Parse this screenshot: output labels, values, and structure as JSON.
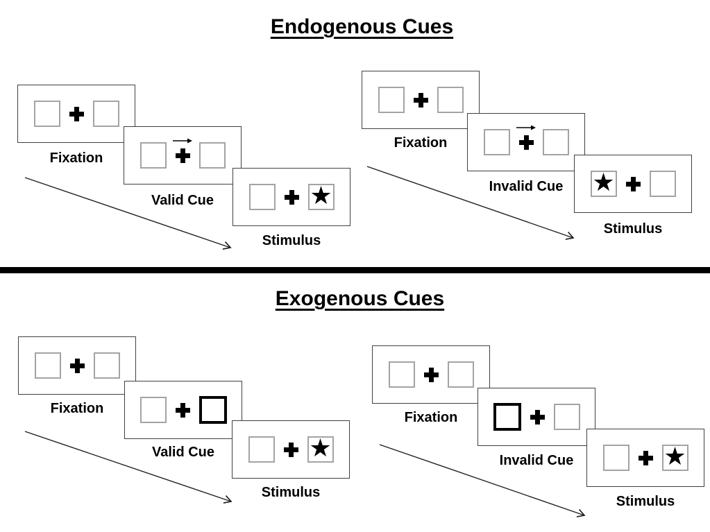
{
  "figure": {
    "sections": [
      {
        "title": "Endogenous Cues",
        "groups": [
          {
            "condition": "Valid",
            "panels": [
              {
                "label": "Fixation",
                "left_box": "empty",
                "cue_mark": "none",
                "right_box": "empty"
              },
              {
                "label": "Valid Cue",
                "left_box": "empty",
                "cue_mark": "arrow-right-above-cross",
                "right_box": "empty"
              },
              {
                "label": "Stimulus",
                "left_box": "empty",
                "cue_mark": "none",
                "right_box": "star"
              }
            ]
          },
          {
            "condition": "Invalid",
            "panels": [
              {
                "label": "Fixation",
                "left_box": "empty",
                "cue_mark": "none",
                "right_box": "empty"
              },
              {
                "label": "Invalid Cue",
                "left_box": "empty",
                "cue_mark": "arrow-right-above-cross",
                "right_box": "empty"
              },
              {
                "label": "Stimulus",
                "left_box": "star",
                "cue_mark": "none",
                "right_box": "empty"
              }
            ]
          }
        ]
      },
      {
        "title": "Exogenous Cues",
        "groups": [
          {
            "condition": "Valid",
            "panels": [
              {
                "label": "Fixation",
                "left_box": "empty",
                "cue_mark": "none",
                "right_box": "empty"
              },
              {
                "label": "Valid Cue",
                "left_box": "empty",
                "cue_mark": "none",
                "right_box": "thick-outline"
              },
              {
                "label": "Stimulus",
                "left_box": "empty",
                "cue_mark": "none",
                "right_box": "star"
              }
            ]
          },
          {
            "condition": "Invalid",
            "panels": [
              {
                "label": "Fixation",
                "left_box": "empty",
                "cue_mark": "none",
                "right_box": "empty"
              },
              {
                "label": "Invalid Cue",
                "left_box": "thick-outline",
                "cue_mark": "none",
                "right_box": "empty"
              },
              {
                "label": "Stimulus",
                "left_box": "empty",
                "cue_mark": "none",
                "right_box": "star"
              }
            ]
          }
        ]
      }
    ]
  },
  "glyphs": {
    "star": "★",
    "fixation_cross": "+"
  },
  "colors": {
    "ink": "#000000",
    "panel_border": "#3f3f3f",
    "box_border": "#a3a3a3",
    "background": "#ffffff"
  }
}
